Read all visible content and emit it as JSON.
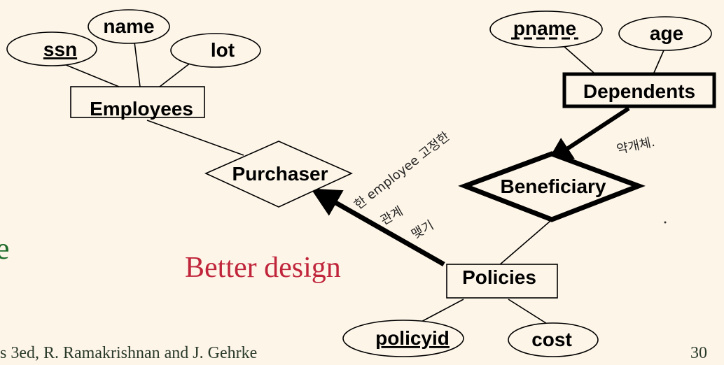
{
  "entities": {
    "employees": "Employees",
    "dependents": "Dependents",
    "policies": "Policies"
  },
  "relationships": {
    "purchaser": "Purchaser",
    "beneficiary": "Beneficiary"
  },
  "attributes": {
    "ssn": "ssn",
    "name": "name",
    "lot": "lot",
    "pname": "pname",
    "age": "age",
    "policyid": "policyid",
    "cost": "cost"
  },
  "caption": "Better design",
  "left_edge_letter": "e",
  "footer": {
    "citation": "s 3ed,  R. Ramakrishnan and J. Gehrke",
    "page_number": "30"
  },
  "handwritten_notes": {
    "purchaser_note_line1": "한 employee 고정한",
    "purchaser_note_line2": "관계",
    "purchaser_note_line3": "맺기",
    "beneficiary_note": "약개체."
  },
  "colors": {
    "background": "#fdf5e8",
    "caption": "#c0253b",
    "left_letter": "#1e6b2a",
    "footer_text": "#2a3a2a",
    "lines": "#000000"
  }
}
